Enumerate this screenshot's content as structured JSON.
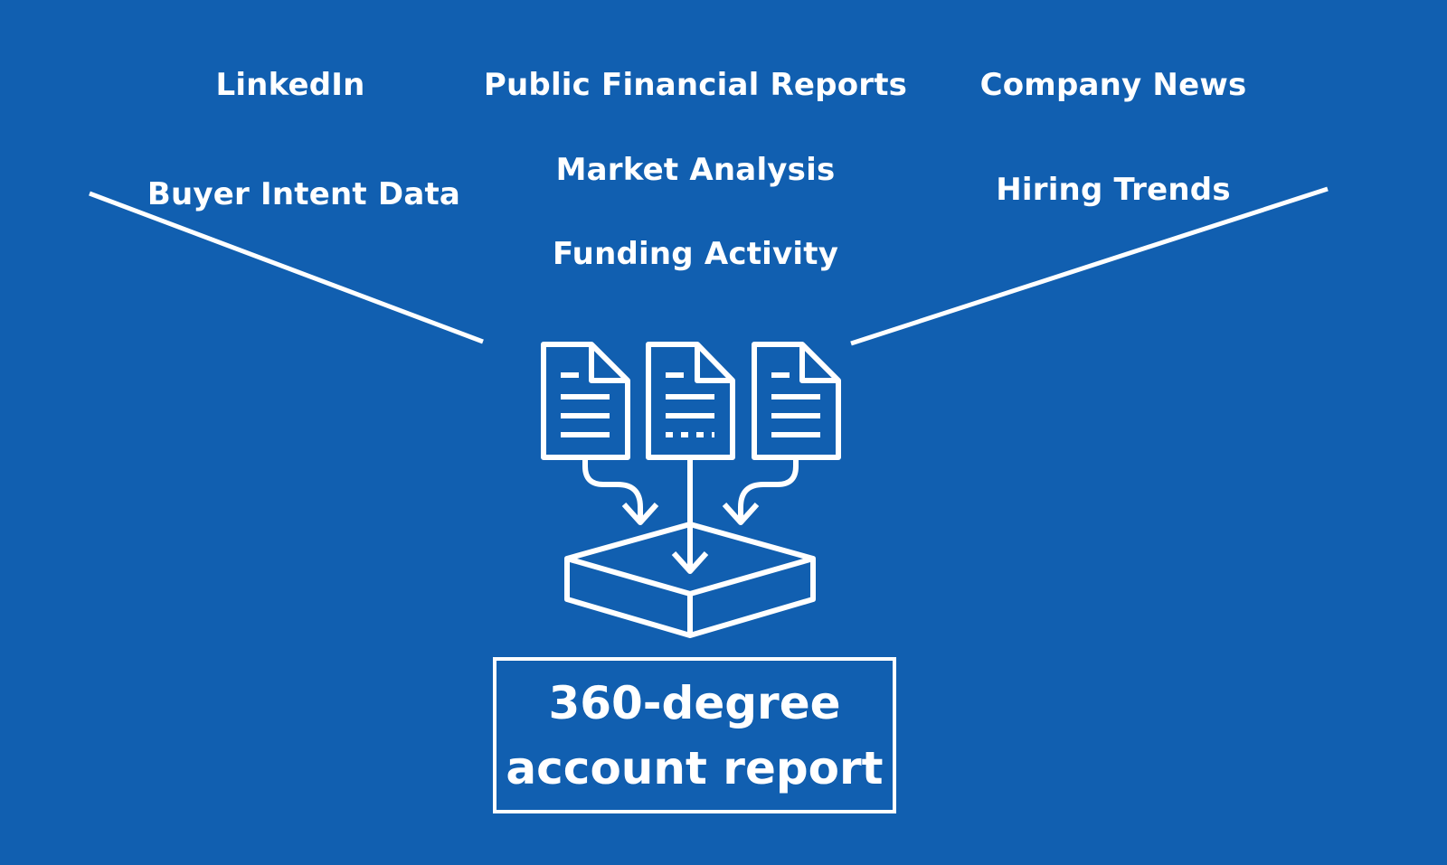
{
  "sources": {
    "linkedin": "LinkedIn",
    "financial": "Public Financial Reports",
    "news": "Company News",
    "buyer_intent": "Buyer Intent Data",
    "market": "Market Analysis",
    "hiring": "Hiring Trends",
    "funding": "Funding Activity"
  },
  "output": {
    "line1": "360-degree",
    "line2": "account report"
  },
  "icons": {
    "documents": "document-icon",
    "collector": "inbox-tray-icon"
  },
  "colors": {
    "background": "#115FB0",
    "foreground": "#FFFFFF"
  }
}
